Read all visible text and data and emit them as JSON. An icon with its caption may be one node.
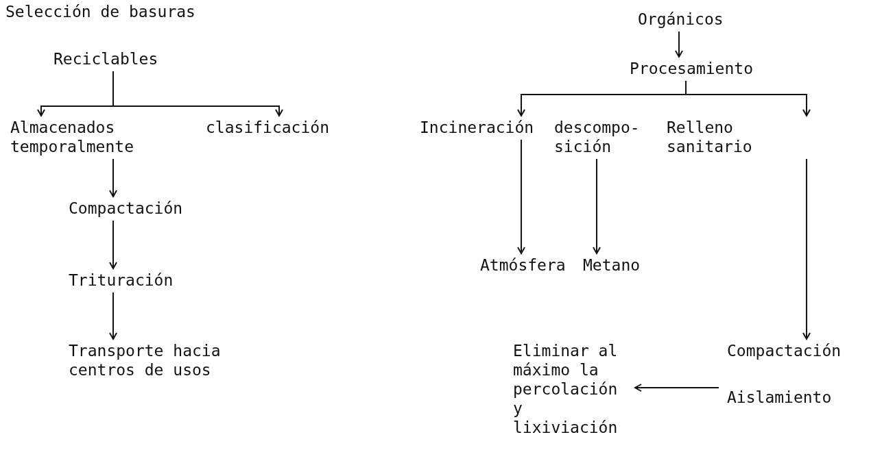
{
  "diagram": {
    "title": "Selección de basuras",
    "nodes": [
      {
        "text": [
          "Reciclables"
        ]
      },
      {
        "text": [
          "Almacenados temporalmente"
        ]
      },
      {
        "text": [
          "clasificación"
        ]
      },
      {
        "text": [
          "Compactación"
        ]
      },
      {
        "text": [
          "Trituración"
        ]
      },
      {
        "text": [
          "Transporte hacia centros de usos"
        ]
      },
      {
        "text": [
          "Orgánicos"
        ]
      },
      {
        "text": [
          "Procesamiento"
        ]
      },
      {
        "text": [
          "Incineración"
        ]
      },
      {
        "text": [
          "descompo- sición"
        ]
      },
      {
        "text": [
          "Relleno sanitario"
        ]
      },
      {
        "text": [
          "Atmósfera"
        ]
      },
      {
        "text": [
          "Metano"
        ]
      },
      {
        "text": [
          "Compactación",
          "Aislamiento"
        ]
      },
      {
        "text": [
          "Eliminar al máximo la percolación y lixiviación"
        ]
      }
    ],
    "edges": [
      {
        "from": 0,
        "to": 1,
        "arrow": "to"
      },
      {
        "from": 0,
        "to": 2,
        "arrow": "to"
      },
      {
        "from": 1,
        "to": 3,
        "arrow": "to"
      },
      {
        "from": 3,
        "to": 4,
        "arrow": "to"
      },
      {
        "from": 4,
        "to": 5,
        "arrow": "to"
      },
      {
        "from": 6,
        "to": 7,
        "arrow": "to"
      },
      {
        "from": 7,
        "to": 8,
        "arrow": "to"
      },
      {
        "from": 7,
        "to": 10,
        "arrow": "to"
      },
      {
        "from": 8,
        "to": 11,
        "arrow": "to"
      },
      {
        "from": 9,
        "to": 12,
        "arrow": "to"
      },
      {
        "from": 10,
        "to": 13,
        "arrow": "to"
      },
      {
        "from": 13,
        "to": 14,
        "arrow": "to"
      }
    ]
  }
}
